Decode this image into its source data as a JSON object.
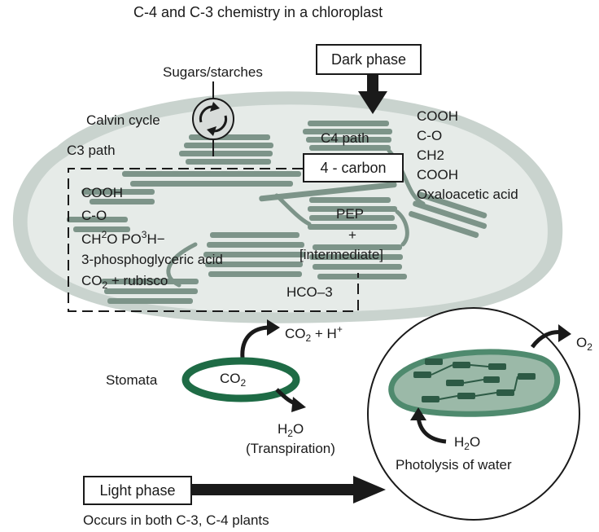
{
  "title": "C-4 and C-3 chemistry in a chloroplast",
  "boxes": {
    "dark_phase": "Dark phase",
    "four_carbon": "4 - carbon",
    "light_phase": "Light phase"
  },
  "labels": {
    "sugars": "Sugars/starches",
    "calvin": "Calvin cycle",
    "c3_path": "C3 path",
    "c4_path": "C4 path",
    "oxaloacetic": [
      "COOH",
      "C-O",
      "CH2",
      "COOH",
      "Oxaloacetic acid"
    ],
    "c3_cooh": "COOH",
    "c3_co": "C-O",
    "ch2o_main": "CH",
    "ch2o_sup": "2",
    "ch2o_rest": "O PO",
    "po3_sup": "3",
    "h_minus": "H−",
    "phosphoglyceric": "3-phosphoglyceric acid",
    "co2_rubisco_a": "CO",
    "co2_rubisco_sub": "2",
    "co2_rubisco_b": " + rubisco",
    "pep": "PEP",
    "plus": "+",
    "intermediate": "[intermediate]",
    "hco3": "HCO–3",
    "co2h_a": "CO",
    "co2h_sub": "2",
    "co2h_b": " + H",
    "co2h_sup": "+",
    "stomata": "Stomata",
    "stomata_co2": "CO",
    "stomata_co2_sub": "2",
    "h2o_a": "H",
    "h2o_sub": "2",
    "h2o_b": "O",
    "transpiration": "(Transpiration)",
    "o2_a": "O",
    "o2_sub": "2",
    "photolysis_h2o_a": "H",
    "photolysis_h2o_sub": "2",
    "photolysis_h2o_b": "O",
    "photolysis": "Photolysis of water",
    "occurs": "Occurs in both C-3, C-4 plants"
  },
  "colors": {
    "chloroplast_fill": "#e6ebe8",
    "chloroplast_edge": "#c9d3ce",
    "thylakoid": "#7d9489",
    "thylakoid_dark": "#5f7469",
    "stomata_ring": "#1e6b45",
    "inset_fill": "#9bb9a8",
    "inset_edge": "#4f8a6e",
    "inset_grana": "#2d5a45",
    "arrow": "#1a1a1a"
  }
}
